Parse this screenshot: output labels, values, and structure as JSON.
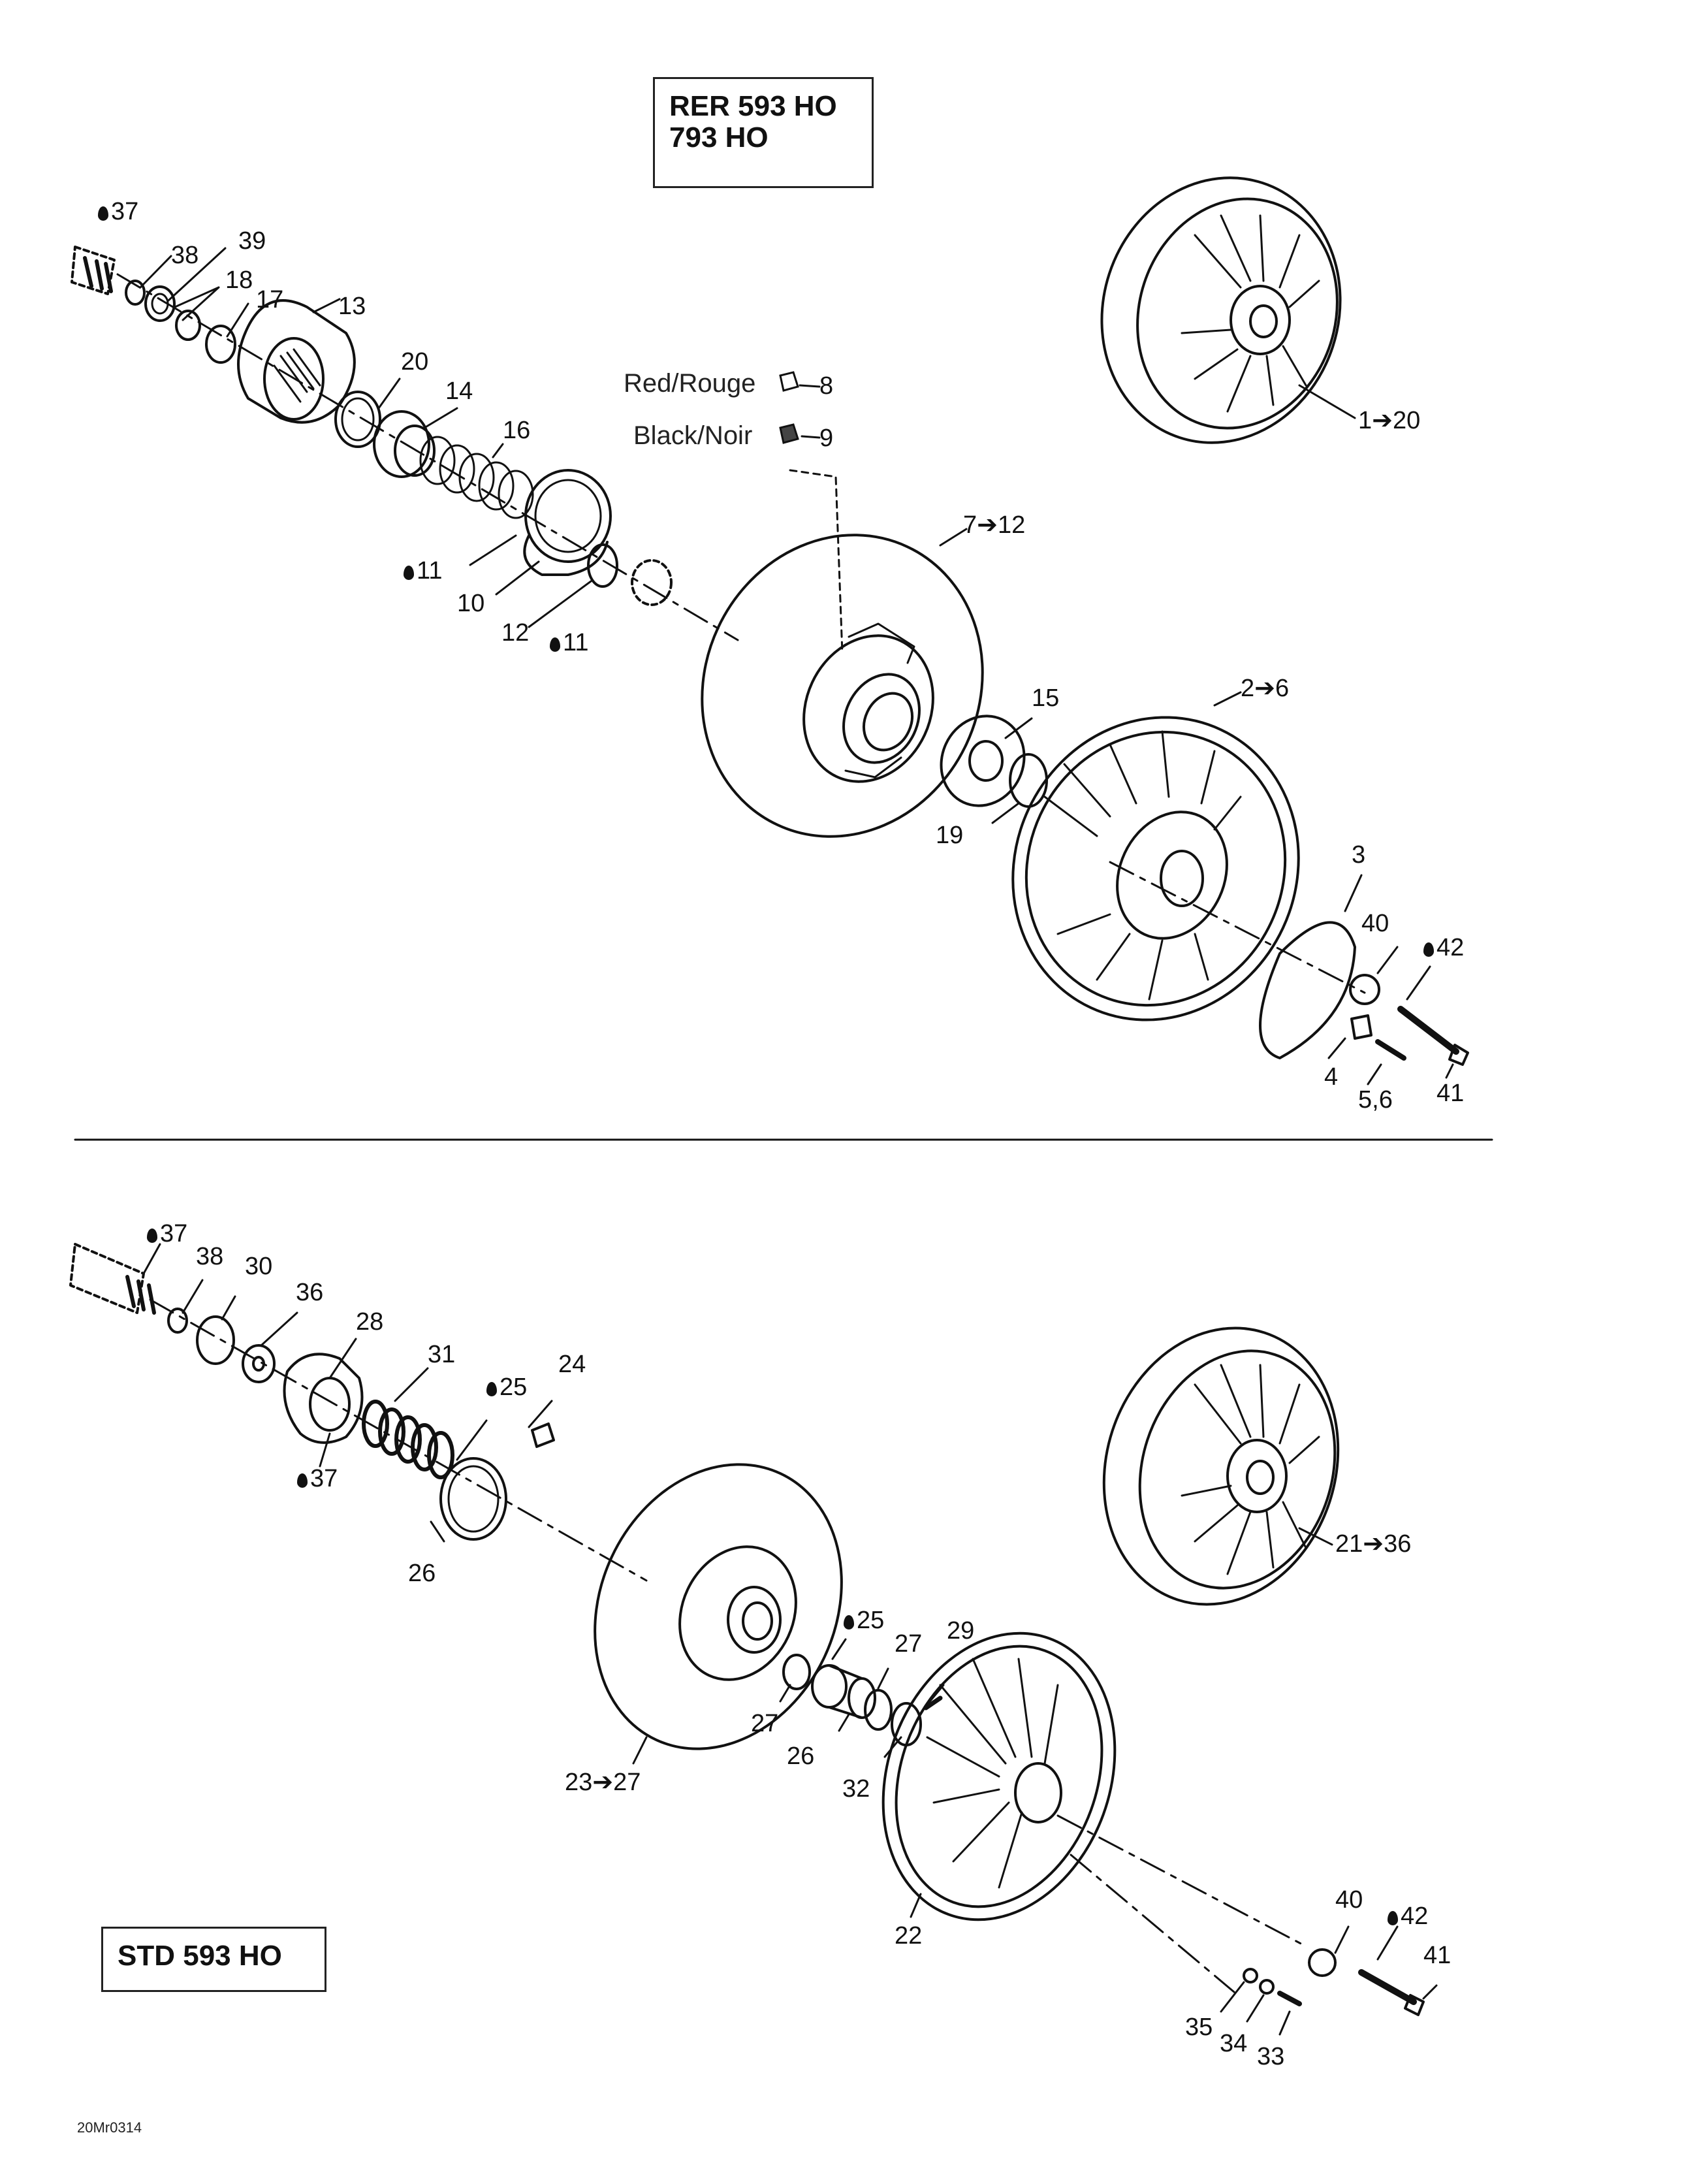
{
  "top_section": {
    "model_lines": [
      "RER 593 HO",
      "793 HO"
    ],
    "color_labels": {
      "red": "Red/Rouge",
      "black": "Black/Noir"
    }
  },
  "bottom_section": {
    "model_lines": [
      "STD 593 HO"
    ]
  },
  "figure_id": "20Mr0314",
  "callouts_top": [
    {
      "id": "c37t",
      "text": "37",
      "lube": true
    },
    {
      "id": "c38t",
      "text": "38",
      "lube": false
    },
    {
      "id": "c39t",
      "text": "39",
      "lube": false
    },
    {
      "id": "c18t",
      "text": "18",
      "lube": false
    },
    {
      "id": "c17t",
      "text": "17",
      "lube": false
    },
    {
      "id": "c13t",
      "text": "13",
      "lube": false
    },
    {
      "id": "c20t",
      "text": "20",
      "lube": false
    },
    {
      "id": "c14t",
      "text": "14",
      "lube": false
    },
    {
      "id": "c16t",
      "text": "16",
      "lube": false
    },
    {
      "id": "c11at",
      "text": "11",
      "lube": true
    },
    {
      "id": "c10t",
      "text": "10",
      "lube": false
    },
    {
      "id": "c12t",
      "text": "12",
      "lube": false
    },
    {
      "id": "c11bt",
      "text": "11",
      "lube": true
    },
    {
      "id": "c8t",
      "text": "8",
      "lube": false
    },
    {
      "id": "c9t",
      "text": "9",
      "lube": false
    },
    {
      "id": "c7to12",
      "text": "7➔12",
      "lube": false
    },
    {
      "id": "c1to20",
      "text": "1➔20",
      "lube": false
    },
    {
      "id": "c15t",
      "text": "15",
      "lube": false
    },
    {
      "id": "c2to6",
      "text": "2➔6",
      "lube": false
    },
    {
      "id": "c19t",
      "text": "19",
      "lube": false
    },
    {
      "id": "c3t",
      "text": "3",
      "lube": false
    },
    {
      "id": "c40t",
      "text": "40",
      "lube": false
    },
    {
      "id": "c42t",
      "text": "42",
      "lube": true
    },
    {
      "id": "c4t",
      "text": "4",
      "lube": false
    },
    {
      "id": "c56t",
      "text": "5,6",
      "lube": false
    },
    {
      "id": "c41t",
      "text": "41",
      "lube": false
    }
  ],
  "callouts_bottom": [
    {
      "id": "c37b",
      "text": "37",
      "lube": true
    },
    {
      "id": "c38b",
      "text": "38",
      "lube": false
    },
    {
      "id": "c30b",
      "text": "30",
      "lube": false
    },
    {
      "id": "c36b",
      "text": "36",
      "lube": false
    },
    {
      "id": "c28b",
      "text": "28",
      "lube": false
    },
    {
      "id": "c31b",
      "text": "31",
      "lube": false
    },
    {
      "id": "c25ab",
      "text": "25",
      "lube": true
    },
    {
      "id": "c24b",
      "text": "24",
      "lube": false
    },
    {
      "id": "c37b2",
      "text": "37",
      "lube": true
    },
    {
      "id": "c26ab",
      "text": "26",
      "lube": false
    },
    {
      "id": "c21to36",
      "text": "21➔36",
      "lube": false
    },
    {
      "id": "c25bb",
      "text": "25",
      "lube": true
    },
    {
      "id": "c27ab",
      "text": "27",
      "lube": false
    },
    {
      "id": "c29b",
      "text": "29",
      "lube": false
    },
    {
      "id": "c27bb",
      "text": "27",
      "lube": false
    },
    {
      "id": "c26bb",
      "text": "26",
      "lube": false
    },
    {
      "id": "c32b",
      "text": "32",
      "lube": false
    },
    {
      "id": "c23to27",
      "text": "23➔27",
      "lube": false
    },
    {
      "id": "c22b",
      "text": "22",
      "lube": false
    },
    {
      "id": "c40b",
      "text": "40",
      "lube": false
    },
    {
      "id": "c42b",
      "text": "42",
      "lube": true
    },
    {
      "id": "c41b",
      "text": "41",
      "lube": false
    },
    {
      "id": "c35b",
      "text": "35",
      "lube": false
    },
    {
      "id": "c34b",
      "text": "34",
      "lube": false
    },
    {
      "id": "c33b",
      "text": "33",
      "lube": false
    }
  ]
}
